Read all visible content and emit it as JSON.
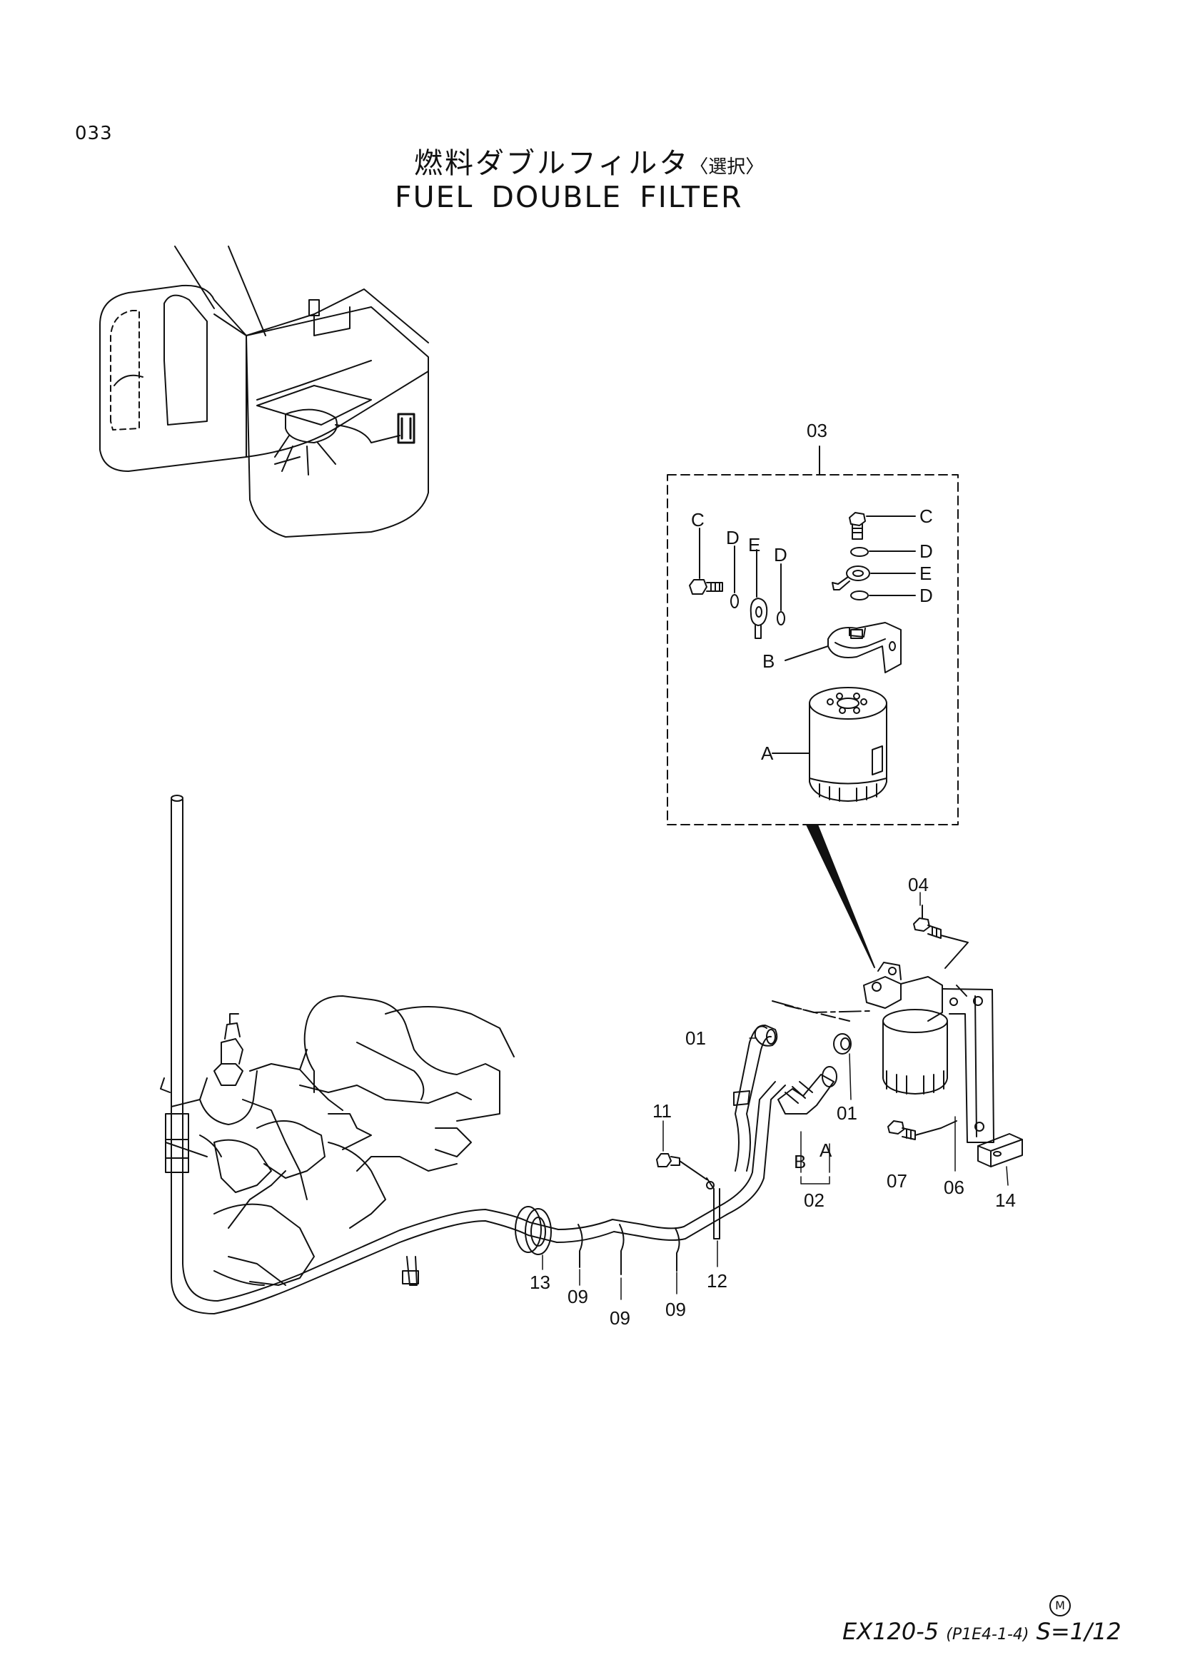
{
  "page": {
    "number": "033",
    "title_jp": "燃料ダブルフィルタ",
    "title_jp_option": "〈選択〉",
    "title_en": "FUEL DOUBLE FILTER"
  },
  "callouts": {
    "assembly_03": "03",
    "letters": {
      "C_left": "C",
      "D_left1": "D",
      "E_left": "E",
      "D_left2": "D",
      "C_right": "C",
      "D_right1": "D",
      "E_right": "E",
      "D_right2": "D",
      "B": "B",
      "A": "A"
    },
    "parts": {
      "p04": "04",
      "p01_left": "01",
      "p01_right": "01",
      "p11": "11",
      "pB": "B",
      "pA": "A",
      "p02": "02",
      "p07": "07",
      "p06": "06",
      "p14": "14",
      "p13": "13",
      "p09_a": "09",
      "p09_b": "09",
      "p09_c": "09",
      "p12": "12"
    }
  },
  "footer": {
    "mark": "M",
    "model": "EX120-5",
    "code": "(P1E4-1-4)",
    "scale": "S=1/12"
  }
}
